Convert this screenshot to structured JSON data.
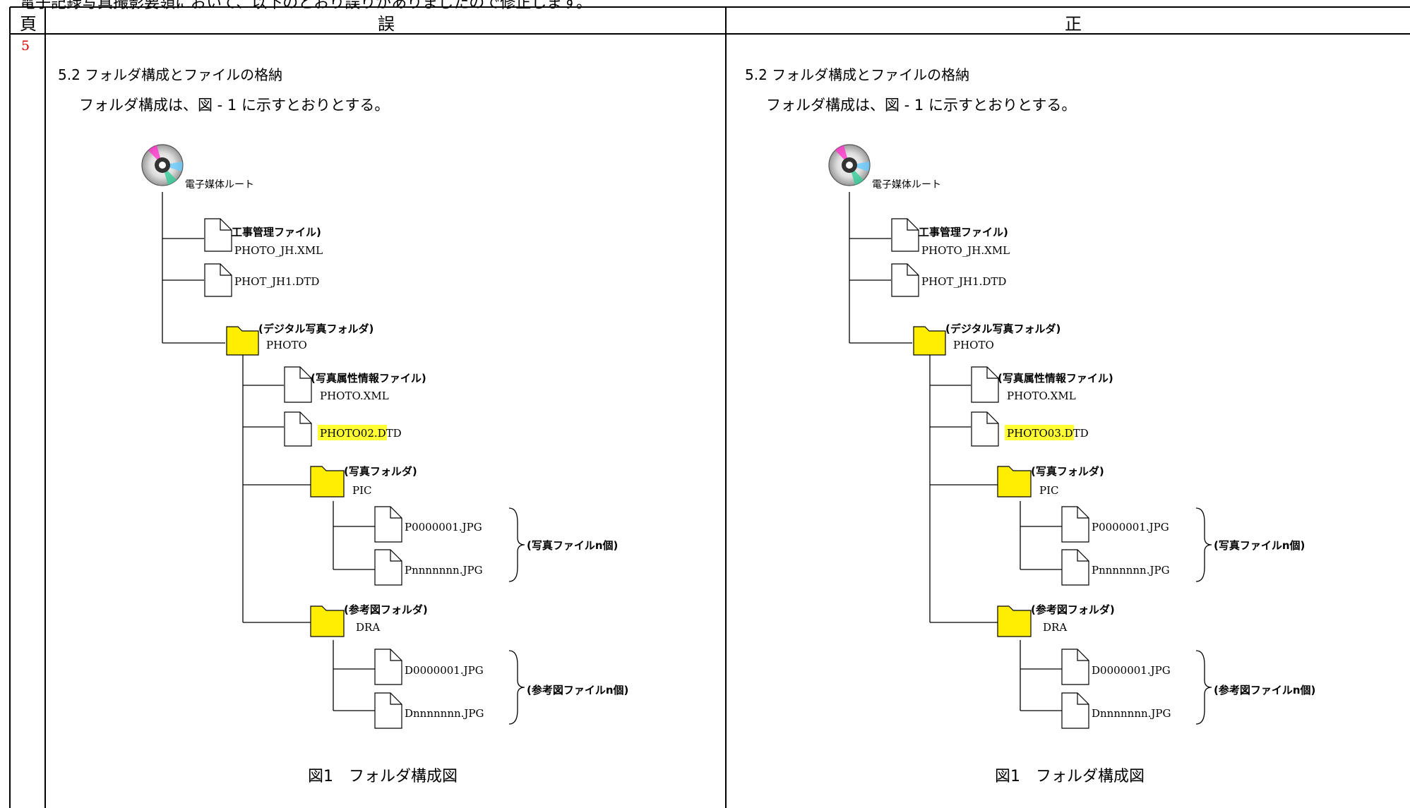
{
  "header_note": "電子記録写真撮影要領において、以下のとおり誤りがありましたので修正します。",
  "columns": {
    "page": "頁",
    "wrong": "誤",
    "correct": "正"
  },
  "page_number": "5",
  "wrong": {
    "section_title": "5.2 フォルダ構成とファイルの格納",
    "description": "フォルダ構成は、図 - 1 に示すとおりとする。",
    "tree": {
      "root": "電子媒体ルート",
      "mgmt_label": "工事管理ファイル)",
      "mgmt_file": "PHOTO_JH.XML",
      "dtd_file": "PHOT_JH1.DTD",
      "photo_folder_label": "(デジタル写真フォルダ)",
      "photo_folder": "PHOTO",
      "attr_label": "(写真属性情報ファイル)",
      "attr_file": "PHOTO.XML",
      "photo_dtd": "PHOTO02.DTD",
      "pic_label": "(写真フォルダ)",
      "pic_folder": "PIC",
      "pic_first": "P0000001.JPG",
      "pic_last": "Pnnnnnnn.JPG",
      "pic_group": "(写真ファイルn個)",
      "dra_label": "(参考図フォルダ)",
      "dra_folder": "DRA",
      "dra_first": "D0000001.JPG",
      "dra_last": "Dnnnnnnn.JPG",
      "dra_group": "(参考図ファイルn個)"
    },
    "caption": "図1　フォルダ構成図"
  },
  "correct": {
    "section_title": "5.2 フォルダ構成とファイルの格納",
    "description": "フォルダ構成は、図 - 1 に示すとおりとする。",
    "tree": {
      "root": "電子媒体ルート",
      "mgmt_label": "工事管理ファイル)",
      "mgmt_file": "PHOTO_JH.XML",
      "dtd_file": "PHOT_JH1.DTD",
      "photo_folder_label": "(デジタル写真フォルダ)",
      "photo_folder": "PHOTO",
      "attr_label": "(写真属性情報ファイル)",
      "attr_file": "PHOTO.XML",
      "photo_dtd": "PHOTO03.DTD",
      "pic_label": "(写真フォルダ)",
      "pic_folder": "PIC",
      "pic_first": "P0000001.JPG",
      "pic_last": "Pnnnnnnn.JPG",
      "pic_group": "(写真ファイルn個)",
      "dra_label": "(参考図フォルダ)",
      "dra_folder": "DRA",
      "dra_first": "D0000001.JPG",
      "dra_last": "Dnnnnnnn.JPG",
      "dra_group": "(参考図ファイルn個)"
    },
    "caption": "図1　フォルダ構成図"
  },
  "colors": {
    "highlight": "#ffff33",
    "folder": "#ffee00",
    "page_number": "#e00000"
  }
}
